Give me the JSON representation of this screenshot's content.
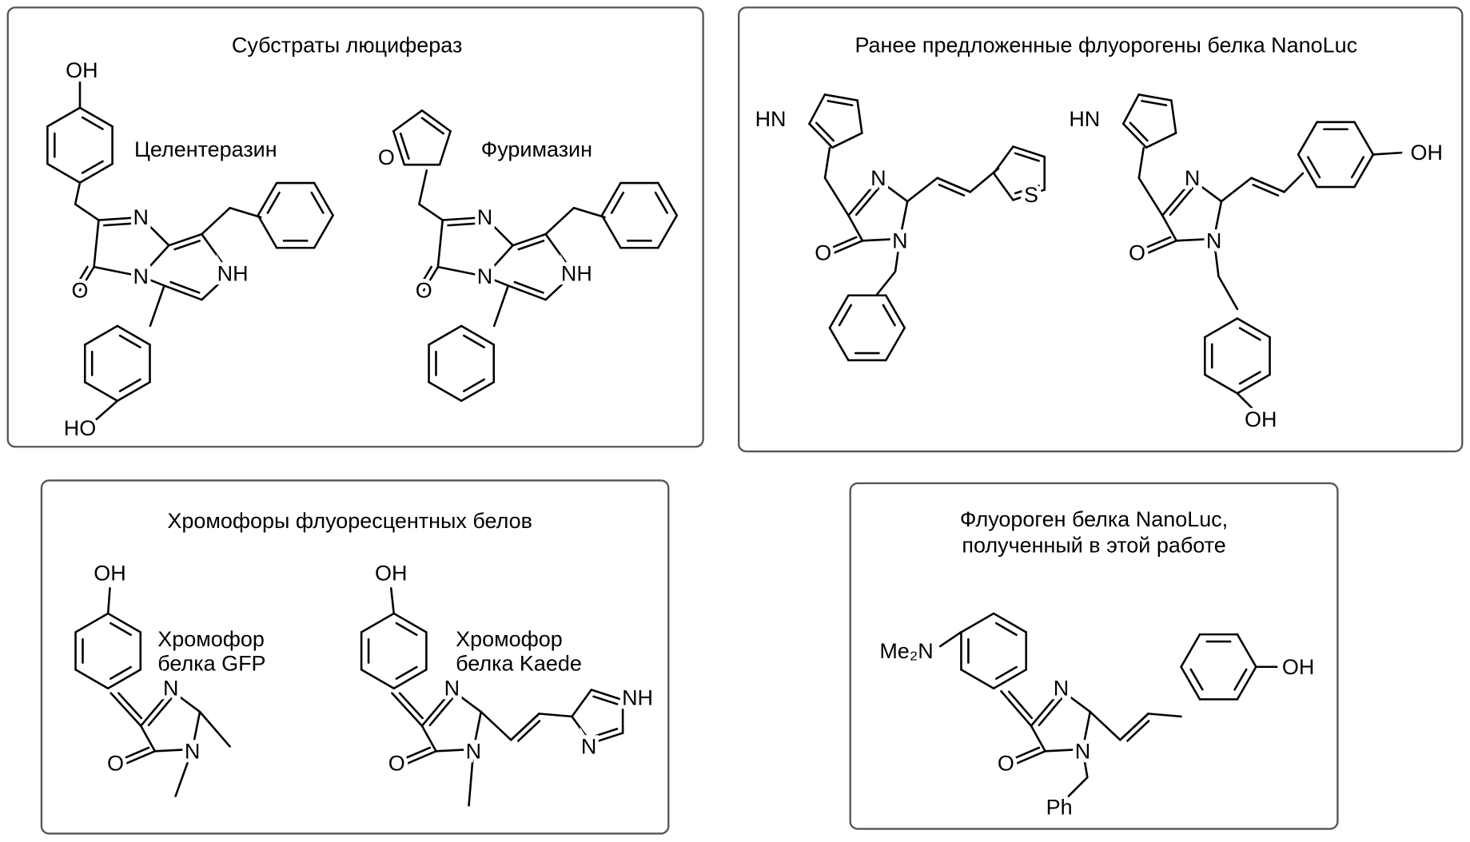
{
  "panels": [
    {
      "title": "Субстраты люцифераз",
      "labels": [
        "Целентеразин",
        "Фуримазин"
      ]
    },
    {
      "title": "Ранее предложенные флуорогены белка NanoLuc",
      "labels": []
    },
    {
      "title": "Хромофоры флуоресцентных белов",
      "labels": [
        "Хромофор",
        "белка GFP",
        "Хромофор",
        "белка Kaede"
      ]
    },
    {
      "title_lines": [
        "Флуороген белка NanoLuc,",
        "полученный в этой работе"
      ],
      "labels": []
    }
  ],
  "atoms": {
    "OH": "OH",
    "HO": "HO",
    "O": "O",
    "N": "N",
    "NH": "NH",
    "HN": "HN",
    "S": "S",
    "Me2N": "Me₂N",
    "Ph": "Ph"
  }
}
